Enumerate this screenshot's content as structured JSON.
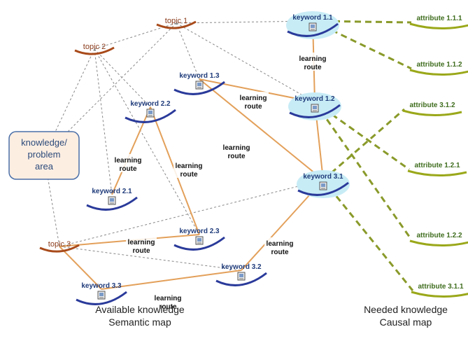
{
  "colors": {
    "semantic_link": "#888888",
    "route_link": "#e3a05a",
    "causal_link": "#8a9a2a",
    "keyword_ring": "#2a3a9a",
    "keyword_highlight": "#c8ecf6",
    "topic_ring": "#a84a1a",
    "attribute_ring": "#9aa81a",
    "area_border": "#4a6fa8",
    "area_fill": "#fdeee2"
  },
  "area": {
    "label_lines": [
      "knowledge/",
      "problem",
      "area"
    ]
  },
  "topics": [
    {
      "id": "t1",
      "label": "topic 1"
    },
    {
      "id": "t2",
      "label": "topic 2"
    },
    {
      "id": "t3",
      "label": "topic 3"
    }
  ],
  "keywords": [
    {
      "id": "k11",
      "label": "keyword 1.1",
      "highlighted": true,
      "icon": "document-icon"
    },
    {
      "id": "k12",
      "label": "keyword 1.2",
      "highlighted": true,
      "icon": "document-icon"
    },
    {
      "id": "k13",
      "label": "keyword 1.3",
      "highlighted": false,
      "icon": "document-icon"
    },
    {
      "id": "k22",
      "label": "keyword 2.2",
      "highlighted": false,
      "icon": "document-icon"
    },
    {
      "id": "k21",
      "label": "keyword 2.1",
      "highlighted": false,
      "icon": "document-icon"
    },
    {
      "id": "k31",
      "label": "keyword 3.1",
      "highlighted": true,
      "icon": "document-icon"
    },
    {
      "id": "k23",
      "label": "keyword 2.3",
      "highlighted": false,
      "icon": "document-icon"
    },
    {
      "id": "k33",
      "label": "keyword 3.3",
      "highlighted": false,
      "icon": "document-icon"
    },
    {
      "id": "k32",
      "label": "keyword 3.2",
      "highlighted": false,
      "icon": "document-icon"
    }
  ],
  "attributes": [
    {
      "id": "a111",
      "label": "attribute 1.1.1"
    },
    {
      "id": "a112",
      "label": "attribute 1.1.2"
    },
    {
      "id": "a312",
      "label": "attribute 3.1.2"
    },
    {
      "id": "a121",
      "label": "attribute 1.2.1"
    },
    {
      "id": "a122",
      "label": "attribute 1.2.2"
    },
    {
      "id": "a311",
      "label": "attribute 3.1.1"
    }
  ],
  "route_label_lines": [
    "learning",
    "route"
  ],
  "semantic_links": [
    [
      "t1",
      "t2"
    ],
    [
      "t1",
      "k11"
    ],
    [
      "t1",
      "k13"
    ],
    [
      "t1",
      "k12"
    ],
    [
      "t1",
      "area"
    ],
    [
      "t2",
      "k22"
    ],
    [
      "t2",
      "k21"
    ],
    [
      "t2",
      "k23"
    ],
    [
      "t2",
      "area"
    ],
    [
      "t3",
      "area"
    ],
    [
      "t3",
      "k31"
    ],
    [
      "t3",
      "k32"
    ],
    [
      "t3",
      "k33"
    ],
    [
      "t3",
      "k23"
    ],
    [
      "k22",
      "k23"
    ]
  ],
  "learning_routes": [
    [
      "k11",
      "k12"
    ],
    [
      "k13",
      "k12"
    ],
    [
      "k22",
      "k21"
    ],
    [
      "k22",
      "k23"
    ],
    [
      "k13",
      "k31"
    ],
    [
      "k12",
      "k31"
    ],
    [
      "t3",
      "k23"
    ],
    [
      "k33",
      "k32"
    ],
    [
      "k32",
      "k31"
    ],
    [
      "t3",
      "k33"
    ]
  ],
  "causal_links": [
    [
      "k11",
      "a111"
    ],
    [
      "k11",
      "a112"
    ],
    [
      "k12",
      "a121"
    ],
    [
      "k12",
      "a122"
    ],
    [
      "k31",
      "a312"
    ],
    [
      "k31",
      "a311"
    ]
  ],
  "captions": {
    "left": [
      "Available knowledge",
      "Semantic map"
    ],
    "right": [
      "Needed knowledge",
      "Causal map"
    ]
  }
}
